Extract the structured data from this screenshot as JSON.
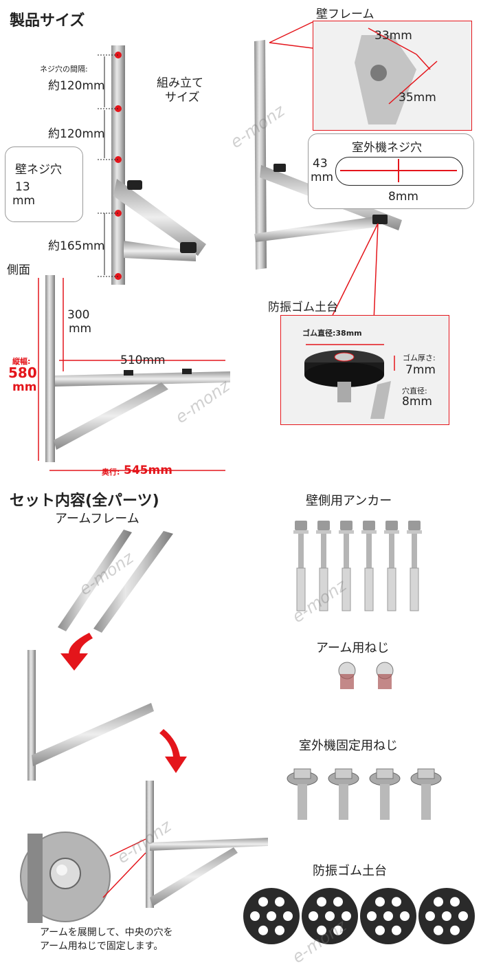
{
  "sec1_title": "製品サイズ",
  "pitch_label": "ネジ穴の間隔:",
  "pitch1": "約120mm",
  "pitch2": "約120mm",
  "pitch3": "約165mm",
  "assembled1": "組み立て",
  "assembled2": "サイズ",
  "wall_hole": {
    "title": "壁ネジ穴",
    "size1": "13",
    "size2": "mm"
  },
  "wall_frame": {
    "title": "壁フレーム",
    "w": "33mm",
    "h": "35mm"
  },
  "unit_hole": {
    "title": "室外機ネジ穴",
    "h1": "43",
    "h2": "mm",
    "w": "8mm"
  },
  "side": {
    "title": "側面",
    "h300a": "300",
    "h300b": "mm",
    "w510": "510mm",
    "height1": "縦幅:",
    "height2": "580",
    "height3": "mm",
    "depth_label": "奥行:",
    "depth": "545mm"
  },
  "rubber": {
    "title": "防振ゴム土台",
    "dia": "ゴム直径:38mm",
    "thick_label": "ゴム厚さ:",
    "thick": "7mm",
    "hole_label": "穴直径:",
    "hole": "8mm"
  },
  "sec2_title": "セット内容(全パーツ)",
  "arm_frame": "アームフレーム",
  "anchor": "壁側用アンカー",
  "arm_screw": "アーム用ねじ",
  "unit_screw": "室外機固定用ねじ",
  "rubber_base": "防振ゴム土台",
  "note1": "アームを展開して、中央の穴を",
  "note2": "アーム用ねじで固定します。",
  "watermark": "e-monz",
  "colors": {
    "accent": "#e4151b",
    "steel": "#b8b8b8"
  }
}
